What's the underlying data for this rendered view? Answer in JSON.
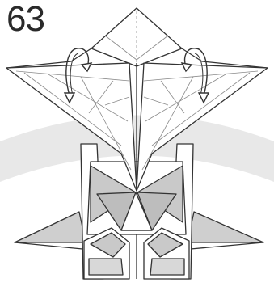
{
  "step": {
    "number": "63"
  },
  "diagram": {
    "subject": "origami",
    "colors": {
      "paper_front": "#ffffff",
      "paper_back": "#c9c9c9",
      "background_band": "#e6e6e6",
      "line": "#333333",
      "crease": "#8a8a8a"
    },
    "arrows": [
      {
        "icon": "curved-mountain-fold-arrow"
      },
      {
        "icon": "curved-mountain-fold-arrow"
      }
    ]
  }
}
